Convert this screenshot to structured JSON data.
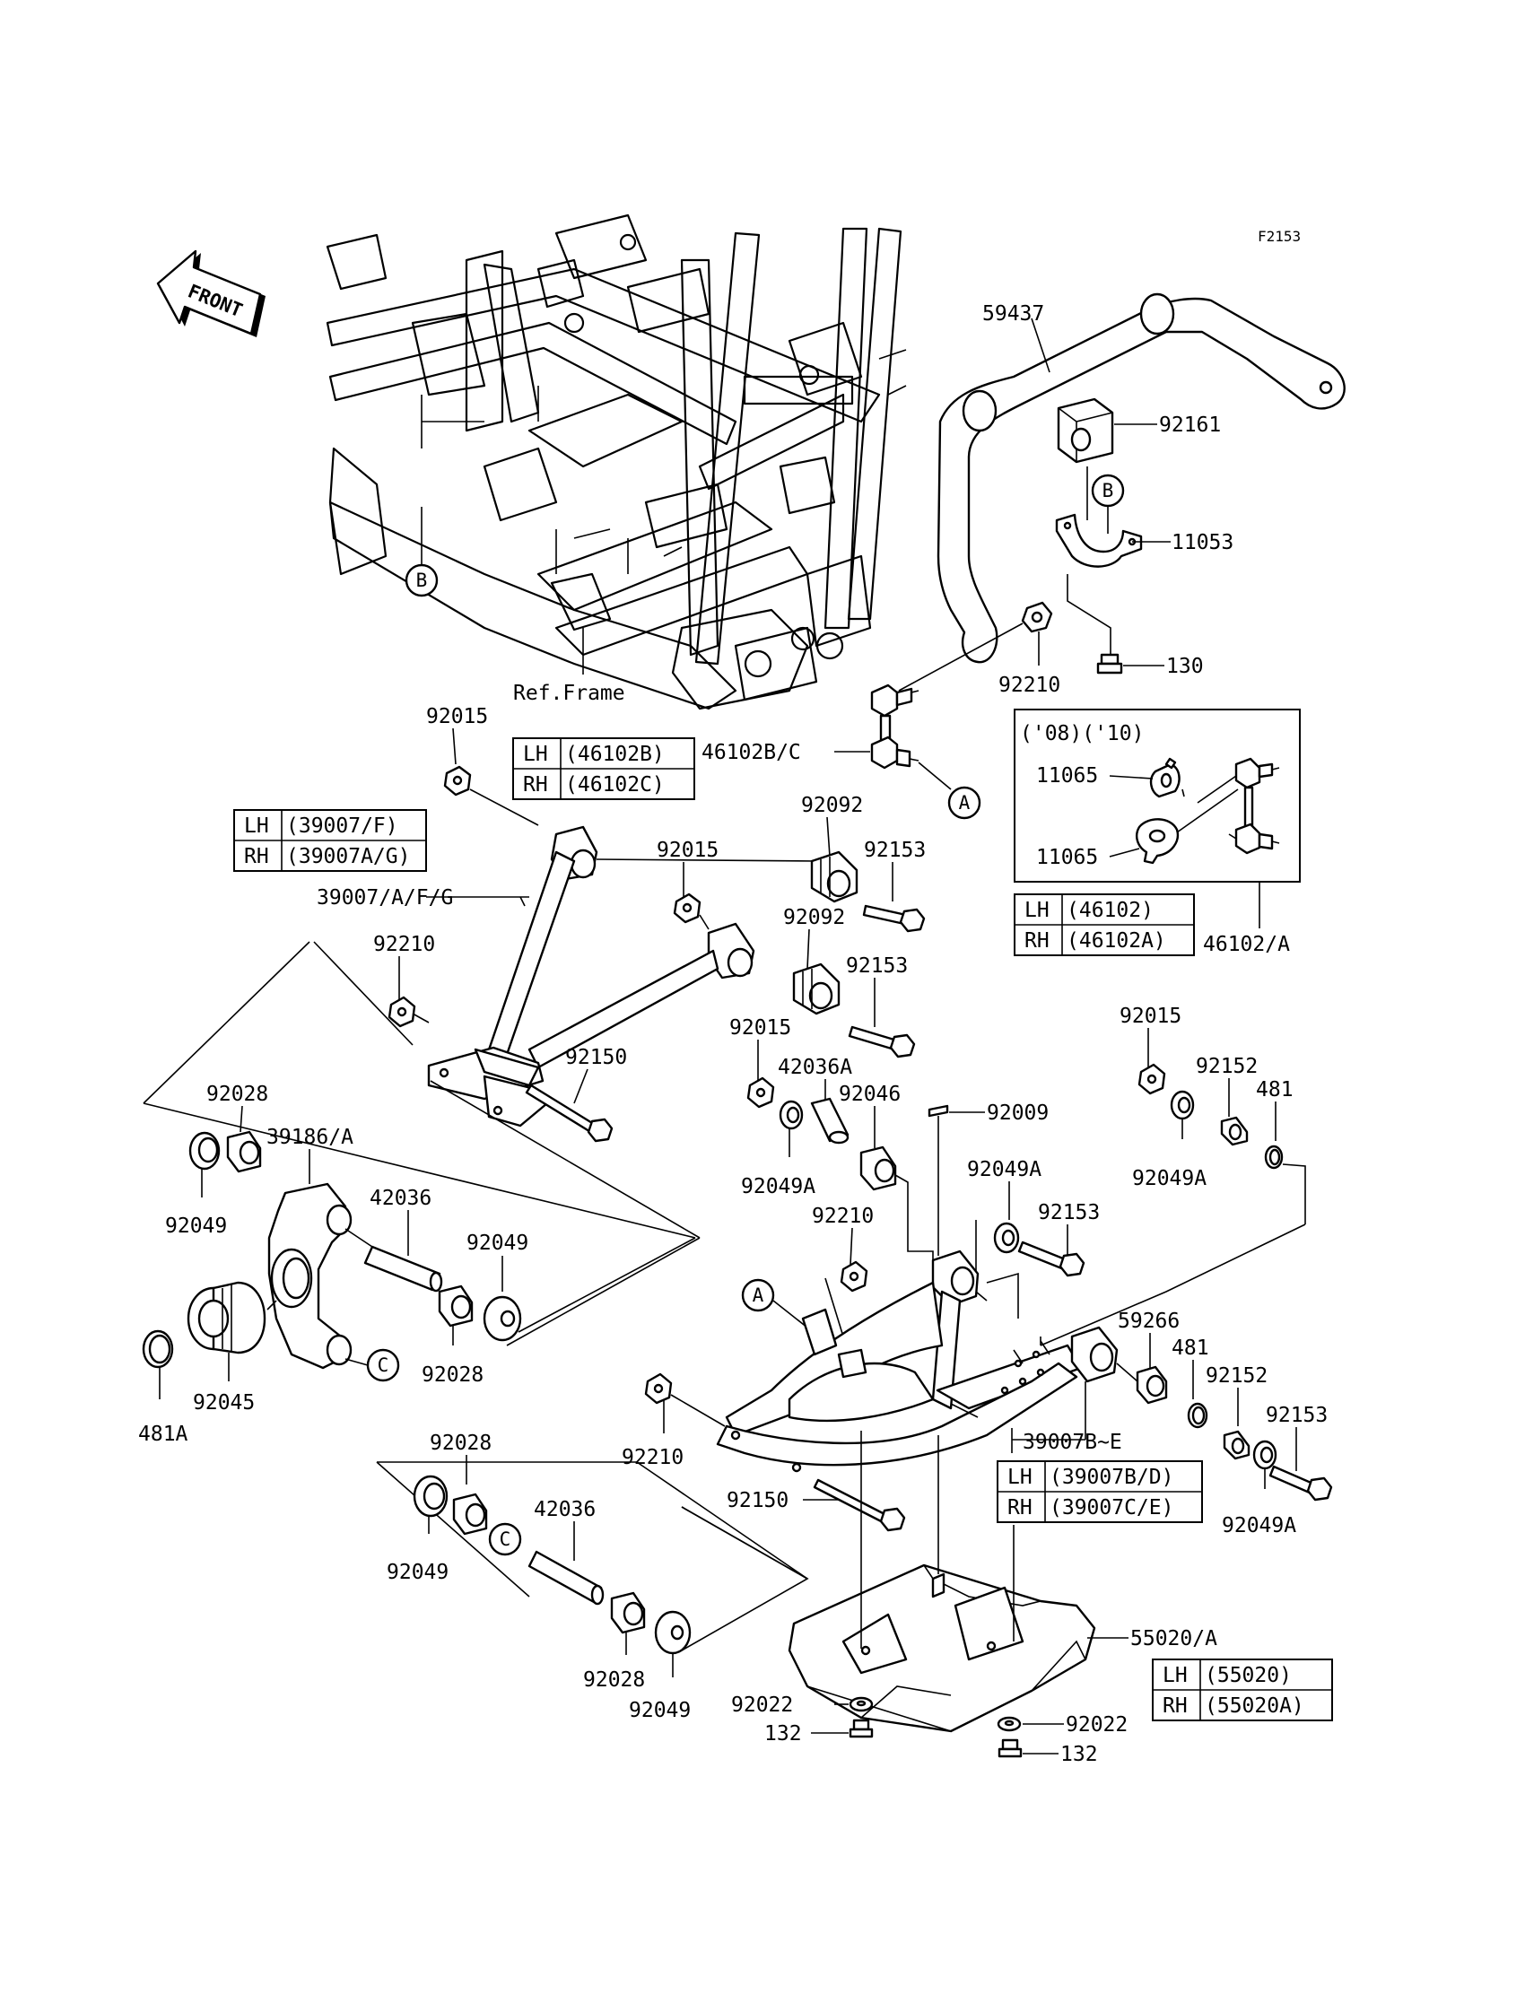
{
  "reference_code": "F2153",
  "front_label": "FRONT",
  "ref_frame_label": "Ref.Frame",
  "callouts": {
    "c59437": "59437",
    "c92161": "92161",
    "c11053": "11053",
    "c130": "130",
    "c92210_top": "92210",
    "c46102bc": "46102B/C",
    "c92015_a": "92015",
    "c92015_b": "92015",
    "c92015_c": "92015",
    "c92015_d": "92015",
    "c92092_a": "92092",
    "c92092_b": "92092",
    "c92153_a": "92153",
    "c92153_b": "92153",
    "c92153_c": "92153",
    "c92153_d": "92153",
    "c39007": "39007/A/F/G",
    "c92210_b": "92210",
    "c92210_c": "92210",
    "c92210_d": "92210",
    "c92150_a": "92150",
    "c92150_b": "92150",
    "c42036a": "42036A",
    "c92046": "92046",
    "c92009": "92009",
    "c92152_a": "92152",
    "c92152_b": "92152",
    "c481_a": "481",
    "c481_b": "481",
    "c92028_a": "92028",
    "c92028_b": "92028",
    "c92028_c": "92028",
    "c92028_d": "92028",
    "c39186": "39186/A",
    "c42036_a": "42036",
    "c42036_b": "42036",
    "c92049_a": "92049",
    "c92049_b": "92049",
    "c92049_c": "92049",
    "c92049_d": "92049",
    "c92049a_a": "92049A",
    "c92049a_b": "92049A",
    "c92049a_c": "92049A",
    "c92049a_d": "92049A",
    "c92045": "92045",
    "c481a": "481A",
    "c59266": "59266",
    "c39007be": "39007B~E",
    "c55020": "55020/A",
    "c92022_a": "92022",
    "c92022_b": "92022",
    "c132_a": "132",
    "c132_b": "132",
    "c11065_a": "11065",
    "c11065_b": "11065",
    "c46102a": "46102/A",
    "years": "('08)('10)"
  },
  "circle_refs": {
    "b_frame": "B",
    "b_bracket": "B",
    "a_link": "A",
    "a_arm": "A",
    "c_knuckle": "C",
    "c_bottom": "C"
  },
  "tables": {
    "t46102bc": {
      "rows": [
        {
          "side": "LH",
          "part": "(46102B)"
        },
        {
          "side": "RH",
          "part": "(46102C)"
        }
      ]
    },
    "t39007": {
      "rows": [
        {
          "side": "LH",
          "part": "(39007/F)"
        },
        {
          "side": "RH",
          "part": "(39007A/G)"
        }
      ]
    },
    "t46102": {
      "rows": [
        {
          "side": "LH",
          "part": "(46102)"
        },
        {
          "side": "RH",
          "part": "(46102A)"
        }
      ]
    },
    "t39007be": {
      "rows": [
        {
          "side": "LH",
          "part": "(39007B/D)"
        },
        {
          "side": "RH",
          "part": "(39007C/E)"
        }
      ]
    },
    "t55020": {
      "rows": [
        {
          "side": "LH",
          "part": "(55020)"
        },
        {
          "side": "RH",
          "part": "(55020A)"
        }
      ]
    }
  }
}
